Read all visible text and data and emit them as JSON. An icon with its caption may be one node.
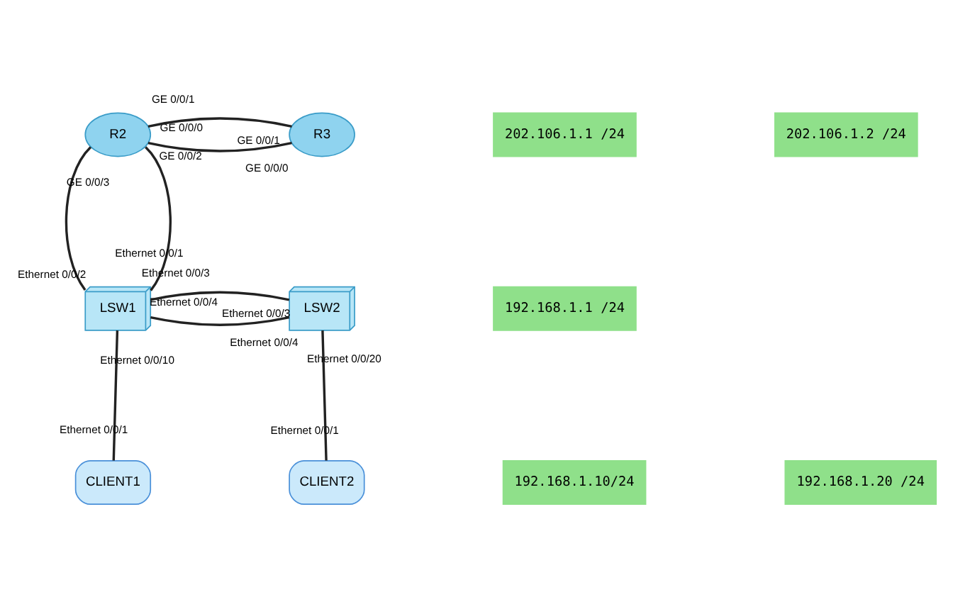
{
  "diagram": {
    "nodes": [
      {
        "text": [
          "R2"
        ]
      },
      {
        "text": [
          "202.106.1.1 /24"
        ]
      },
      {
        "text": [
          "R3"
        ]
      },
      {
        "text": [
          "202.106.1.2 /24"
        ]
      },
      {
        "text": [
          "192.168.1.1 /24"
        ]
      },
      {
        "text": [
          "LSW1"
        ]
      },
      {
        "text": [
          "LSW2"
        ]
      },
      {
        "text": [
          "CLIENT1"
        ]
      },
      {
        "text": [
          "CLIENT2"
        ]
      },
      {
        "text": [
          "192.168.1.10/24"
        ]
      },
      {
        "text": [
          "192.168.1.20 /24"
        ]
      }
    ],
    "edges": [
      {
        "from": 0,
        "to": 2,
        "arrow": "none"
      },
      {
        "from": 0,
        "to": 2,
        "arrow": "none"
      },
      {
        "from": 0,
        "to": 5,
        "arrow": "none"
      },
      {
        "from": 0,
        "to": 5,
        "arrow": "none"
      },
      {
        "from": 5,
        "to": 6,
        "arrow": "none"
      },
      {
        "from": 5,
        "to": 6,
        "arrow": "none"
      },
      {
        "from": 5,
        "to": 7,
        "arrow": "none"
      },
      {
        "from": 6,
        "to": 8,
        "arrow": "none"
      }
    ],
    "labels": [
      "GE 0/0/0",
      "GE 0/0/0",
      "GE 0/0/1",
      "GE 0/0/1",
      "GE 0/0/3",
      "GE 0/0/2",
      "Ethernet 0/0/2",
      "Ethernet 0/0/1",
      "Ethernet 0/0/4",
      "Ethernet 0/0/4",
      "Ethernet 0/0/3",
      "Ethernet 0/0/3",
      "Ethernet 0/0/10",
      "Ethernet 0/0/20",
      "Ethernet 0/0/1",
      "Ethernet 0/0/1"
    ]
  }
}
